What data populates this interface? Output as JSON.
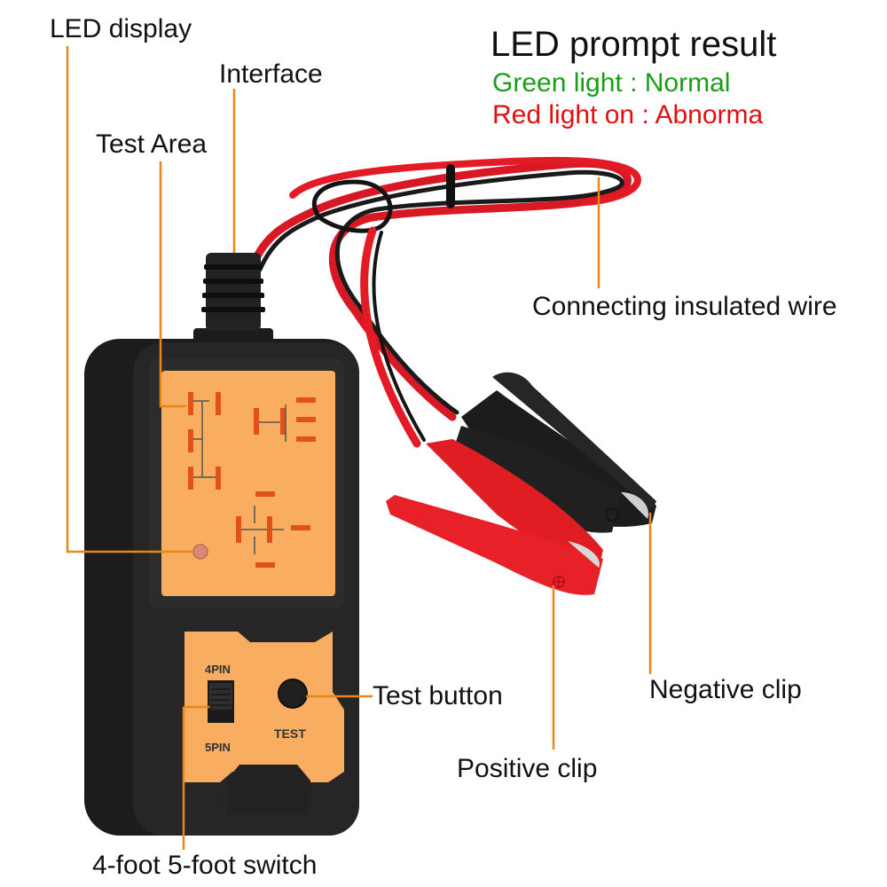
{
  "legend": {
    "title": "LED prompt result",
    "green_line": "Green light : Normal",
    "red_line": "Red light on : Abnorma",
    "green_color": "#1a9e1a",
    "red_color": "#e01010"
  },
  "callouts": {
    "led_display": "LED display",
    "interface": "Interface",
    "test_area": "Test Area",
    "connecting_wire": "Connecting insulated wire",
    "test_button": "Test button",
    "negative_clip": "Negative clip",
    "positive_clip": "Positive clip",
    "pin_switch": "4-foot 5-foot switch"
  },
  "device": {
    "switch_top_label": "4PIN",
    "switch_bottom_label": "5PIN",
    "button_label": "TEST",
    "panel_color": "#f8ad60",
    "body_color": "#1e1e1e",
    "leader_color": "#e8861a"
  }
}
